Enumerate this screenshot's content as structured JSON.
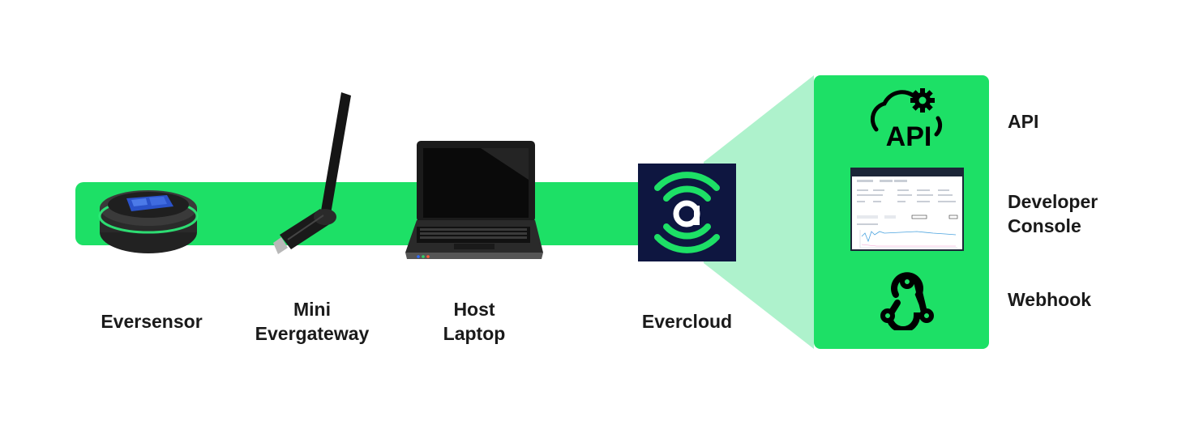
{
  "colors": {
    "accent_green": "#1de066",
    "light_green": "#aef2cc",
    "evercloud_bg": "#0e1640",
    "text": "#1a1a1a"
  },
  "devices": [
    {
      "label": "Eversensor"
    },
    {
      "label": "Mini\nEvergateway"
    },
    {
      "label": "Host\nLaptop"
    },
    {
      "label": "Evercloud"
    }
  ],
  "services": [
    {
      "label": "API",
      "icon": "cloud-api-gear-icon"
    },
    {
      "label": "Developer\nConsole",
      "icon": "developer-console-screenshot"
    },
    {
      "label": "Webhook",
      "icon": "webhook-icon"
    }
  ],
  "api_icon_text": "API"
}
